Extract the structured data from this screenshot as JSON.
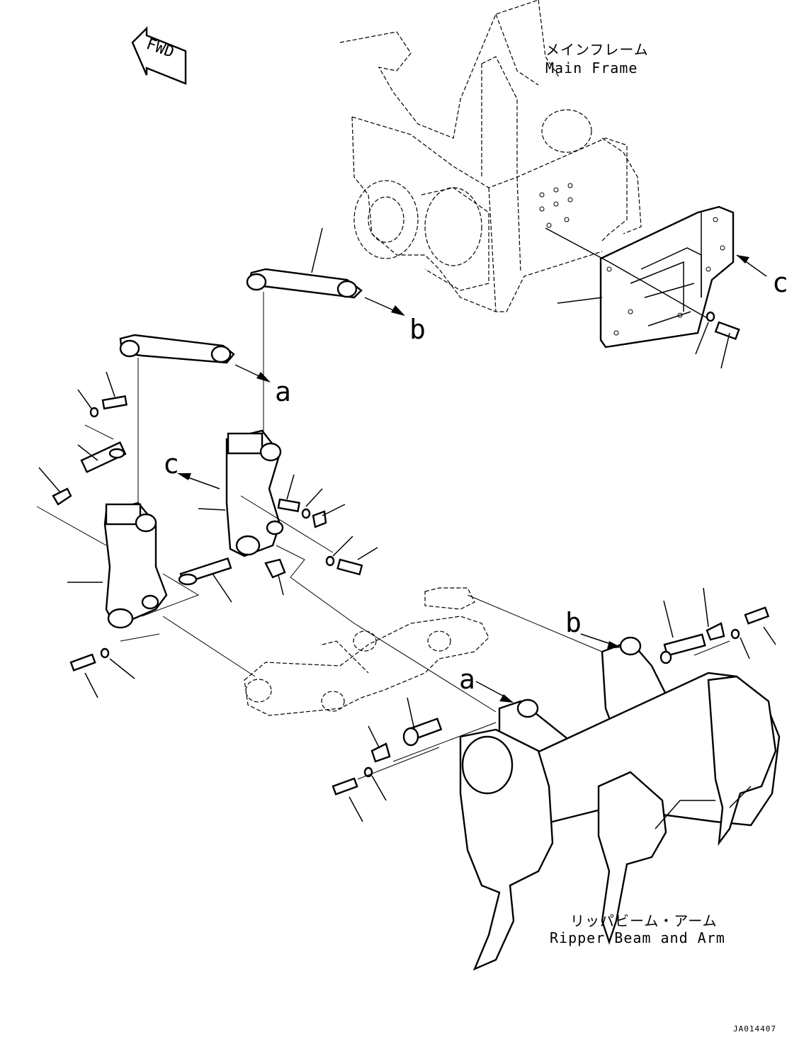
{
  "drawing": {
    "direction_label": "FWD",
    "main_frame_jp": "メインフレーム",
    "main_frame_en": "Main Frame",
    "ripper_jp": "リッパビーム・アーム",
    "ripper_en": "Ripper Beam and Arm",
    "drawing_code": "JA014407",
    "callouts": {
      "a_upper": "a",
      "a_lower": "a",
      "b_upper": "b",
      "b_lower": "b",
      "c_right": "c",
      "c_left": "c"
    }
  }
}
